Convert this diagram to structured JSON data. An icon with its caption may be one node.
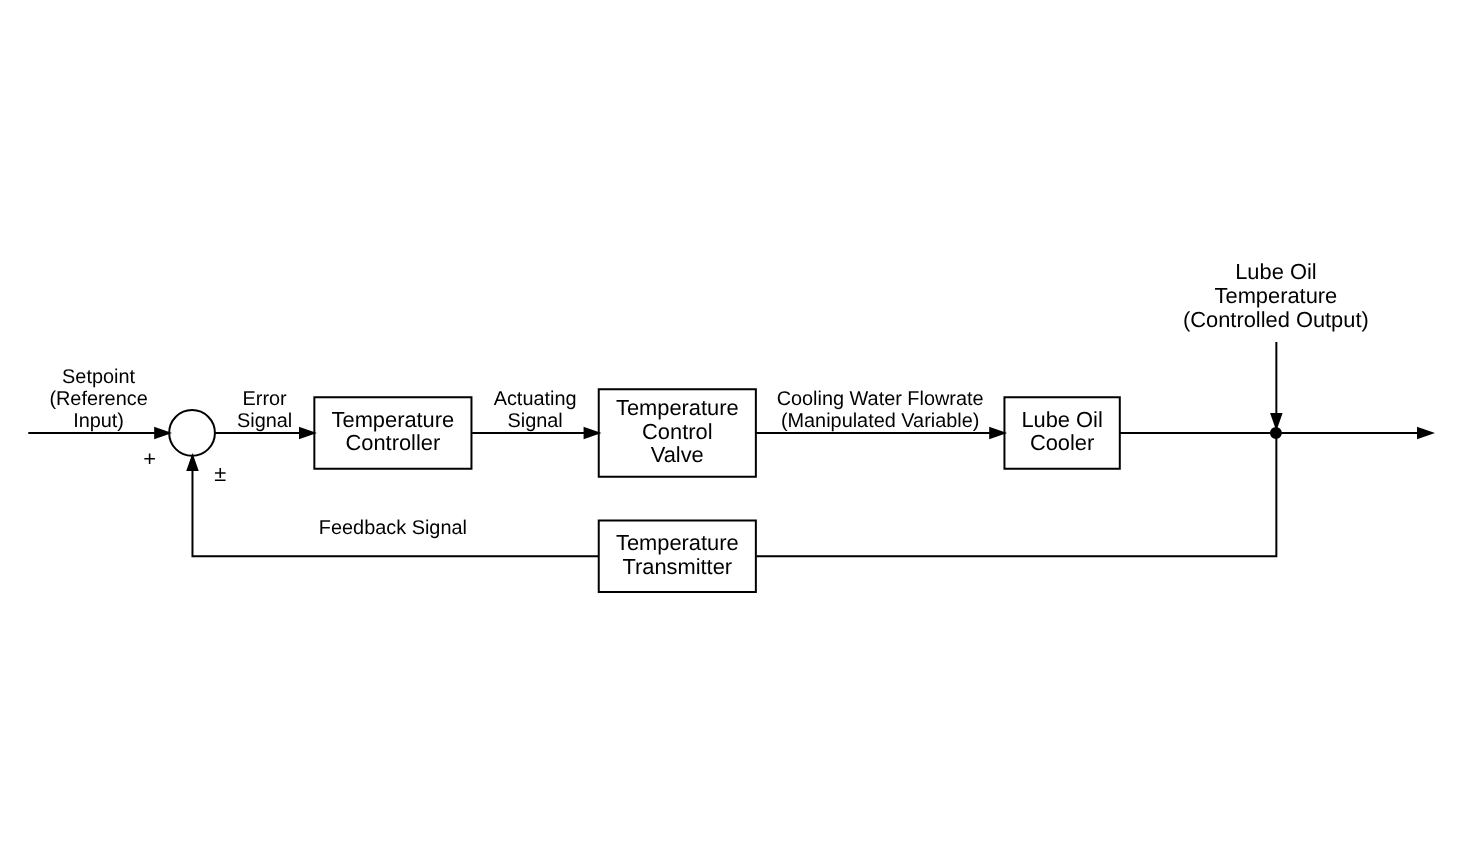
{
  "diagram": {
    "nodes": [
      {
        "text": [],
        "shape": "circle",
        "beside": [
          "+",
          "±"
        ]
      },
      {
        "text": [
          "Temperature Controller"
        ]
      },
      {
        "text": [
          "Temperature Control Valve"
        ]
      },
      {
        "text": [
          "Lube Oil Cooler"
        ]
      },
      {
        "text": [],
        "shape": "dot"
      },
      {
        "text": [
          "Lube Oil Temperature (Controlled Output)"
        ]
      },
      {
        "text": [
          "Temperature Transmitter"
        ]
      }
    ],
    "edges": [
      {
        "from": null,
        "to": 0,
        "arrow": "to",
        "label": "Setpoint (Reference Input)"
      },
      {
        "from": 0,
        "to": 1,
        "arrow": "to",
        "label": "Error Signal"
      },
      {
        "from": 1,
        "to": 2,
        "arrow": "to",
        "label": "Actuating Signal"
      },
      {
        "from": 2,
        "to": 3,
        "arrow": "to",
        "label": "Cooling Water Flowrate (Manipulated Variable)"
      },
      {
        "from": 3,
        "to": 4,
        "arrow": "none"
      },
      {
        "from": 4,
        "to": null,
        "arrow": "to"
      },
      {
        "from": 5,
        "to": 4,
        "arrow": "to"
      },
      {
        "from": 4,
        "to": 6,
        "arrow": "none"
      },
      {
        "from": 6,
        "to": 0,
        "arrow": "to",
        "label": "Feedback Signal"
      }
    ]
  }
}
